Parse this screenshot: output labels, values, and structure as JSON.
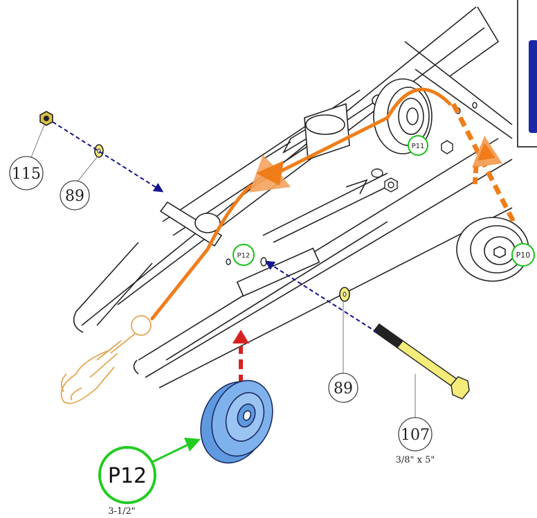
{
  "callouts": {
    "part_115": "115",
    "part_89_top": "89",
    "part_89_bottom": "89",
    "part_107": "107",
    "part_107_size": "3/8\" x 5\""
  },
  "pulley_tags": {
    "p10": "P10",
    "p11": "P11",
    "p12_frame": "P12",
    "p12_main": "P12",
    "p12_size": "3-1/2\""
  },
  "colors": {
    "cable": "#f07d1a",
    "cable_light": "#f5b06b",
    "pulley_fill": "#7fb2ec",
    "pulley_tag_ring": "#19c219",
    "leader_arrow_green": "#22cc22",
    "insert_arrow_red": "#d92020",
    "dashed_blue": "#14148c",
    "bolt_yellow": "#f4ec7a",
    "line_dark": "#222222",
    "panel_blue": "#1a28a8"
  },
  "icons": {
    "nut": "hex-nut-icon",
    "washer": "washer-icon",
    "bolt": "bolt-icon",
    "pulley": "pulley-icon",
    "hook": "snap-hook-icon"
  }
}
